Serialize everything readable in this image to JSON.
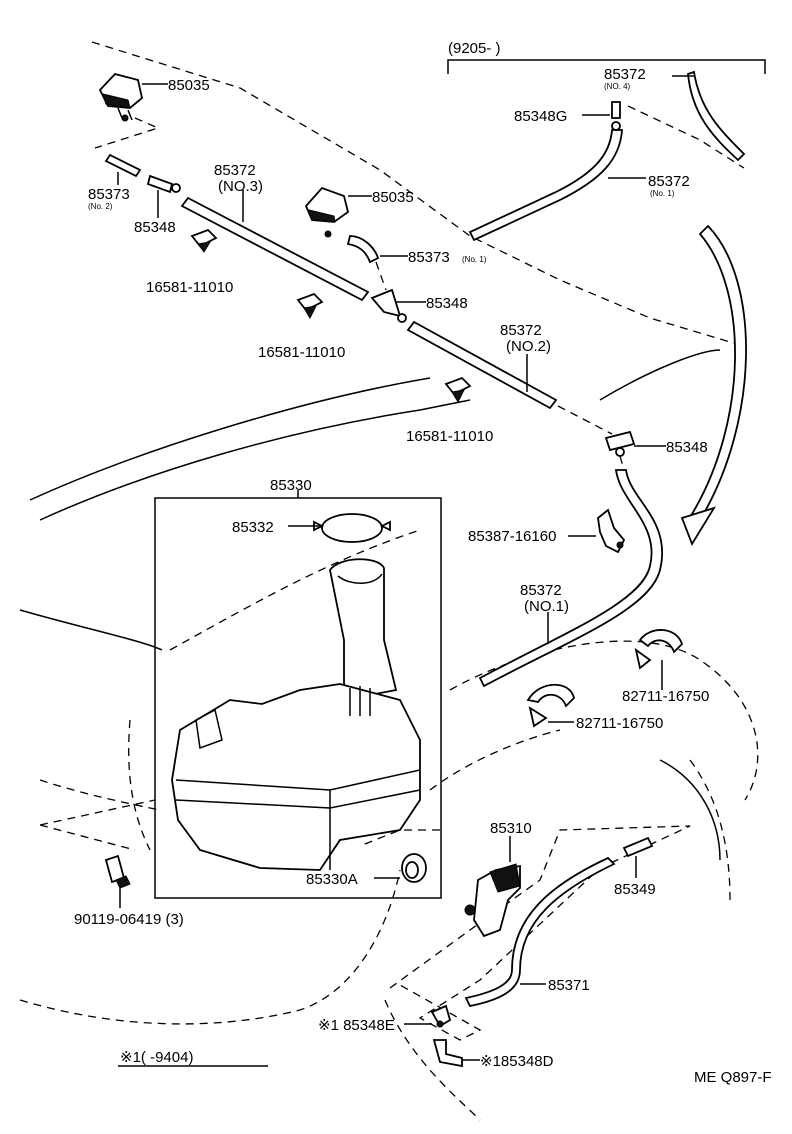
{
  "header": {
    "date_range": "(9205-        )"
  },
  "labels": {
    "nozzle_top": "85035",
    "hose_no4_top": "85372",
    "hose_no4_sub": "(NO. 4)",
    "joint_g": "85348G",
    "hose_no1_top": "85372",
    "hose_no1_top_sub": "(No. 1)",
    "hose_no3": "85372",
    "hose_no3_sub": "(NO.3)",
    "nozzle_mid": "85035",
    "hose_85373_left": "85373",
    "hose_85373_left_sub": "(No. 2)",
    "joint_left": "85348",
    "clip_1": "16581-11010",
    "hose_85373_mid": "85373",
    "hose_85373_mid_sub": "(No. 1)",
    "joint_mid": "85348",
    "clip_2": "16581-11010",
    "hose_no2": "85372",
    "hose_no2_sub": "(NO.2)",
    "clip_3": "16581-11010",
    "joint_right": "85348",
    "tank_assy": "85330",
    "cap": "85332",
    "bracket": "85387-16160",
    "hose_no1_mid": "85372",
    "hose_no1_mid_sub": "(NO.1)",
    "clamp_upper": "82711-16750",
    "clamp_lower": "82711-16750",
    "grommet": "85330A",
    "pump": "85310",
    "bolt": "90119-06419 (3)",
    "check_valve": "85349",
    "hose_85371": "85371",
    "joint_e": "※1 85348E",
    "joint_d": "※185348D",
    "footnote": "※1(       -9404)",
    "code": "ME Q897-F"
  }
}
